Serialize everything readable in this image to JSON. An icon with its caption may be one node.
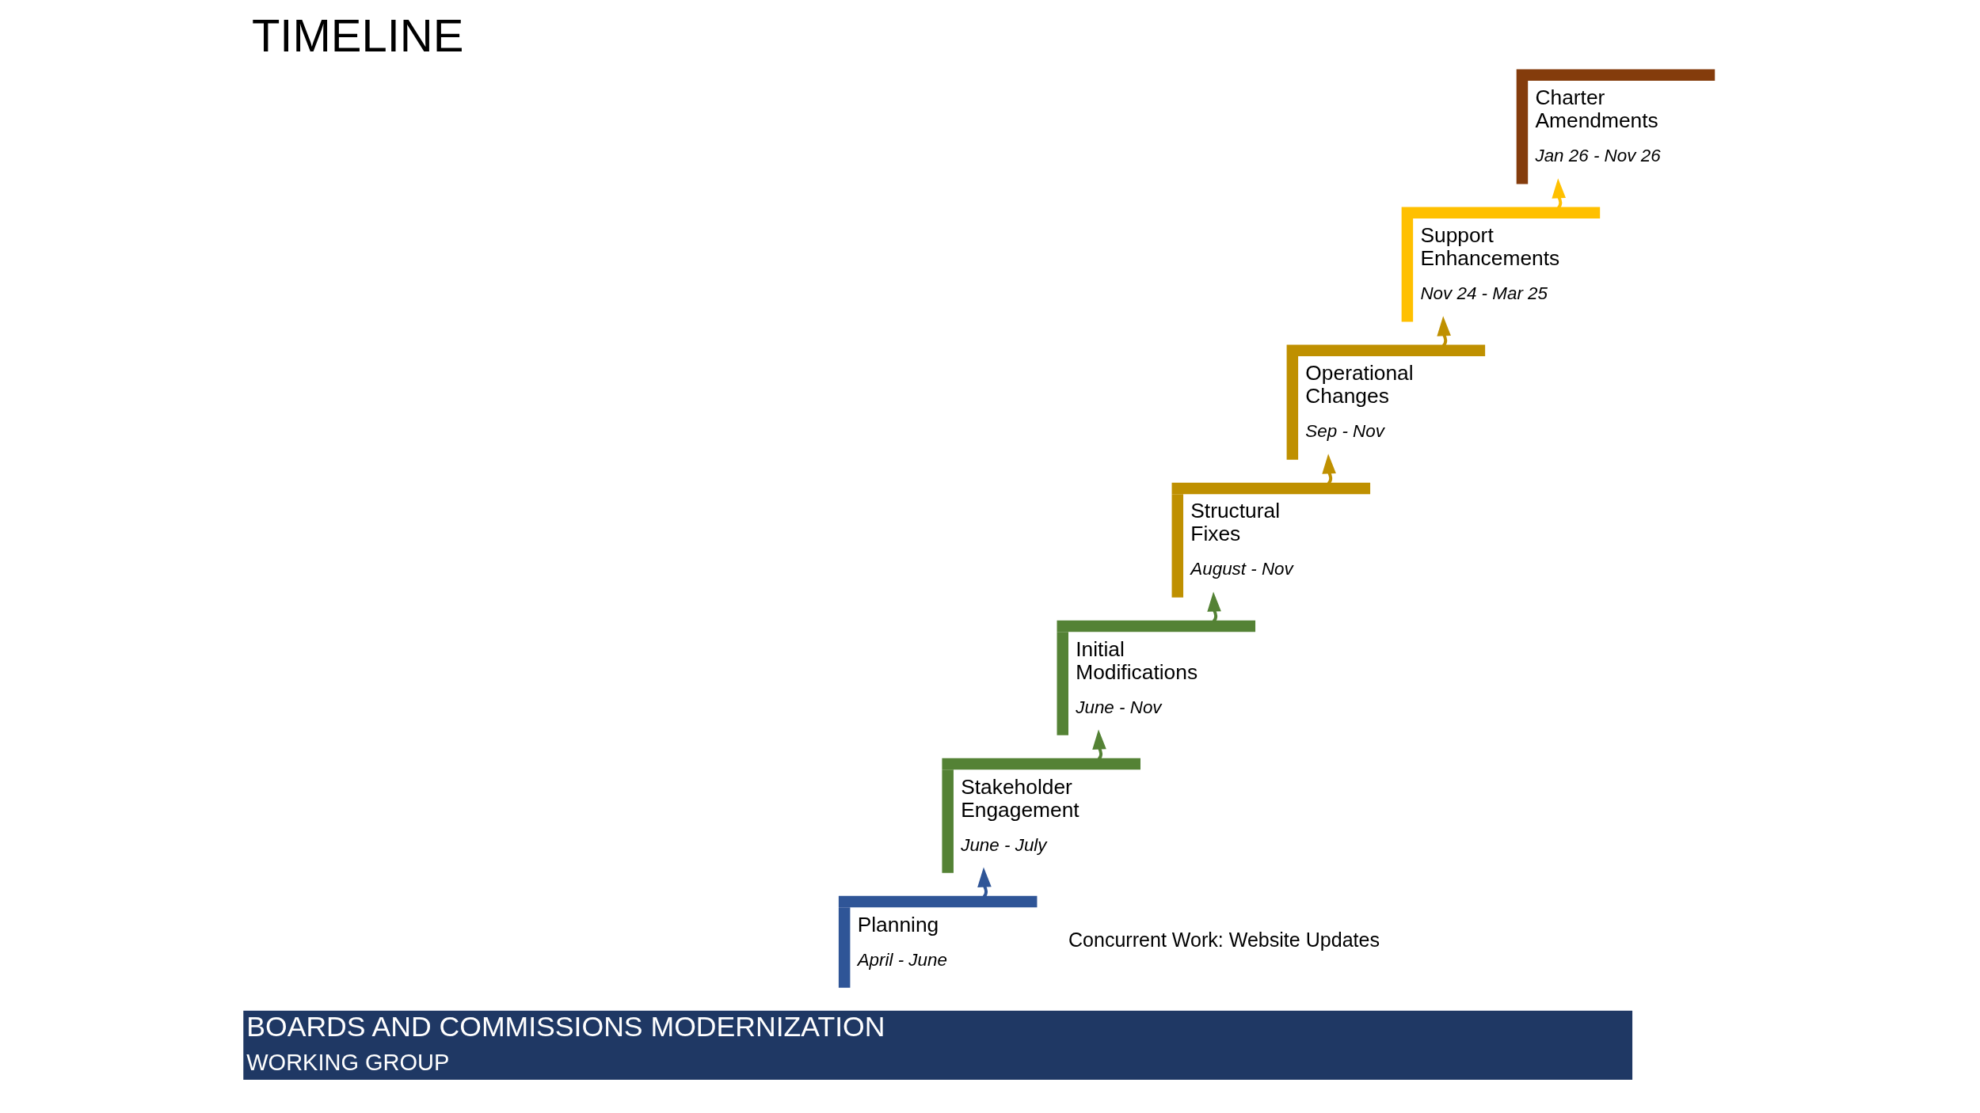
{
  "diagram": {
    "title": "TIMELINE",
    "nodes": [
      {
        "text": [
          "Planning",
          "April - June"
        ]
      },
      {
        "text": [
          "Stakeholder Engagement",
          "June - July"
        ]
      },
      {
        "text": [
          "Initial Modifications",
          "June - Nov"
        ]
      },
      {
        "text": [
          "Structural Fixes",
          "August - Nov"
        ]
      },
      {
        "text": [
          "Operational Changes",
          "Sep - Nov"
        ]
      },
      {
        "text": [
          "Support Enhancements",
          "Nov 24 - Mar 25"
        ]
      },
      {
        "text": [
          "Charter Amendments",
          "Jan 26 - Nov 26"
        ]
      },
      {
        "text": [
          "BOARDS AND COMMISSIONS MODERNIZATION",
          "WORKING GROUP"
        ]
      }
    ],
    "edges": [
      {
        "from": 0,
        "to": 1,
        "arrow": "to",
        "color": "#2f5597"
      },
      {
        "from": 1,
        "to": 2,
        "arrow": "to",
        "color": "#548235"
      },
      {
        "from": 2,
        "to": 3,
        "arrow": "to",
        "color": "#548235"
      },
      {
        "from": 3,
        "to": 4,
        "arrow": "to",
        "color": "#bf9000"
      },
      {
        "from": 4,
        "to": 5,
        "arrow": "to",
        "color": "#bf9000"
      },
      {
        "from": 5,
        "to": 6,
        "arrow": "to",
        "color": "#ffc000"
      }
    ],
    "labels": [
      "Concurrent Work: Website Updates"
    ]
  }
}
